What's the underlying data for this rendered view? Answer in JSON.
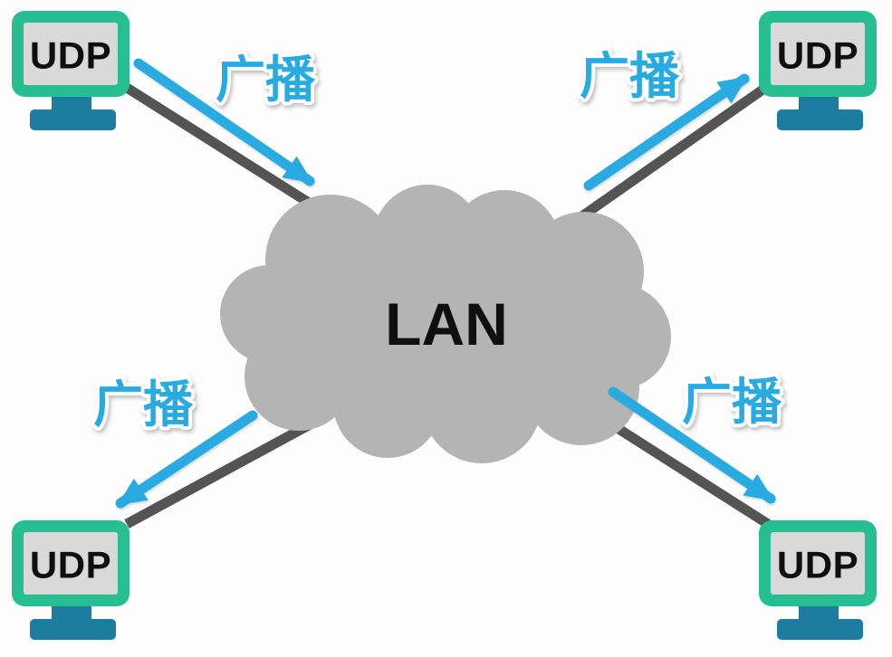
{
  "diagram": {
    "type": "network-broadcast-diagram",
    "cloud": {
      "label": "LAN"
    },
    "nodes": [
      {
        "id": "udp-top-left",
        "label": "UDP"
      },
      {
        "id": "udp-top-right",
        "label": "UDP"
      },
      {
        "id": "udp-bottom-left",
        "label": "UDP"
      },
      {
        "id": "udp-bottom-right",
        "label": "UDP"
      }
    ],
    "links": [
      {
        "id": "link-top-left",
        "label": "广播",
        "direction": "node-to-lan"
      },
      {
        "id": "link-top-right",
        "label": "广播",
        "direction": "lan-to-node"
      },
      {
        "id": "link-bottom-left",
        "label": "广播",
        "direction": "lan-to-node"
      },
      {
        "id": "link-bottom-right",
        "label": "广播",
        "direction": "lan-to-node"
      }
    ],
    "colors": {
      "monitor_frame": "#27BE92",
      "monitor_screen": "#D9D9D9",
      "monitor_stand": "#1C7DA0",
      "broadcast_arrow": "#29ABE2",
      "broadcast_text": "#29ABE2",
      "connector_line": "#545454",
      "cloud_fill": "#B4B4B4",
      "text_dark": "#0F0F0F",
      "background": "#FDFDFD"
    }
  }
}
